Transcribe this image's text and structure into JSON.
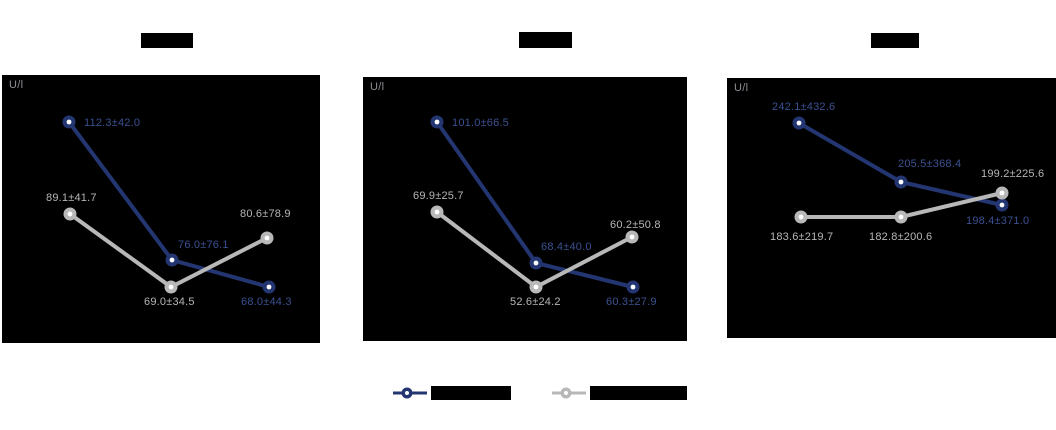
{
  "figure": {
    "background": "#ffffff",
    "plot_background": "#000000",
    "titles_redacted": true,
    "legend_labels_redacted": true
  },
  "colors": {
    "series_blue_line": "#243672",
    "series_blue_label": "#3c5191",
    "series_gray_line": "#b8b8b8",
    "series_gray_label": "#b6b6b6",
    "marker_center": "#ffffff",
    "unit_label": "#8e8e96",
    "redaction": "#000000"
  },
  "legend": {
    "items": [
      {
        "name": "series-blue",
        "color": "#243672",
        "label_redacted": true
      },
      {
        "name": "series-gray",
        "color": "#b8b8b8",
        "label_redacted": true
      }
    ]
  },
  "chart_data": [
    {
      "type": "line",
      "unit": "U/l",
      "title_redacted": true,
      "series": [
        {
          "name": "blue",
          "color": "#243672",
          "label_color": "#3c5191",
          "points": [
            {
              "x": 67,
              "y": 47,
              "mean": 112.3,
              "sd": 42.0,
              "label": "112.3±42.0",
              "lx": 82,
              "ly": 51
            },
            {
              "x": 170,
              "y": 185,
              "mean": 76.0,
              "sd": 76.1,
              "label": "76.0±76.1",
              "lx": 176,
              "ly": 173
            },
            {
              "x": 267,
              "y": 212,
              "mean": 68.0,
              "sd": 44.3,
              "label": "68.0±44.3",
              "lx": 239,
              "ly": 230
            }
          ]
        },
        {
          "name": "gray",
          "color": "#b8b8b8",
          "label_color": "#b6b6b6",
          "points": [
            {
              "x": 68,
              "y": 139,
              "mean": 89.1,
              "sd": 41.7,
              "label": "89.1±41.7",
              "lx": 44,
              "ly": 126
            },
            {
              "x": 169,
              "y": 212,
              "mean": 69.0,
              "sd": 34.5,
              "label": "69.0±34.5",
              "lx": 142,
              "ly": 230
            },
            {
              "x": 265,
              "y": 163,
              "mean": 80.6,
              "sd": 78.9,
              "label": "80.6±78.9",
              "lx": 238,
              "ly": 142
            }
          ]
        }
      ]
    },
    {
      "type": "line",
      "unit": "U/l",
      "title_redacted": true,
      "series": [
        {
          "name": "blue",
          "color": "#243672",
          "label_color": "#3c5191",
          "points": [
            {
              "x": 74,
              "y": 45,
              "mean": 101.0,
              "sd": 66.5,
              "label": "101.0±66.5",
              "lx": 89,
              "ly": 49
            },
            {
              "x": 173,
              "y": 186,
              "mean": 68.4,
              "sd": 40.0,
              "label": "68.4±40.0",
              "lx": 178,
              "ly": 173
            },
            {
              "x": 270,
              "y": 210,
              "mean": 60.3,
              "sd": 27.9,
              "label": "60.3±27.9",
              "lx": 243,
              "ly": 228
            }
          ]
        },
        {
          "name": "gray",
          "color": "#b8b8b8",
          "label_color": "#b6b6b6",
          "points": [
            {
              "x": 74,
              "y": 135,
              "mean": 69.9,
              "sd": 25.7,
              "label": "69.9±25.7",
              "lx": 50,
              "ly": 122
            },
            {
              "x": 173,
              "y": 210,
              "mean": 52.6,
              "sd": 24.2,
              "label": "52.6±24.2",
              "lx": 147,
              "ly": 228
            },
            {
              "x": 269,
              "y": 160,
              "mean": 60.2,
              "sd": 50.8,
              "label": "60.2±50.8",
              "lx": 247,
              "ly": 151
            }
          ]
        }
      ]
    },
    {
      "type": "line",
      "unit": "U/l",
      "title_redacted": true,
      "series": [
        {
          "name": "blue",
          "color": "#243672",
          "label_color": "#3c5191",
          "points": [
            {
              "x": 72,
              "y": 45,
              "mean": 242.1,
              "sd": 432.6,
              "label": "242.1±432.6",
              "lx": 45,
              "ly": 32
            },
            {
              "x": 174,
              "y": 104,
              "mean": 205.5,
              "sd": 368.4,
              "label": "205.5±368.4",
              "lx": 171,
              "ly": 89
            },
            {
              "x": 275,
              "y": 127,
              "mean": 198.4,
              "sd": 371.0,
              "label": "198.4±371.0",
              "lx": 239,
              "ly": 146
            }
          ]
        },
        {
          "name": "gray",
          "color": "#b8b8b8",
          "label_color": "#b6b6b6",
          "points": [
            {
              "x": 74,
              "y": 139,
              "mean": 183.6,
              "sd": 219.7,
              "label": "183.6±219.7",
              "lx": 43,
              "ly": 162
            },
            {
              "x": 174,
              "y": 139,
              "mean": 182.8,
              "sd": 200.6,
              "label": "182.8±200.6",
              "lx": 142,
              "ly": 162
            },
            {
              "x": 275,
              "y": 115,
              "mean": 199.2,
              "sd": 225.6,
              "label": "199.2±225.6",
              "lx": 254,
              "ly": 99
            }
          ]
        }
      ]
    }
  ]
}
